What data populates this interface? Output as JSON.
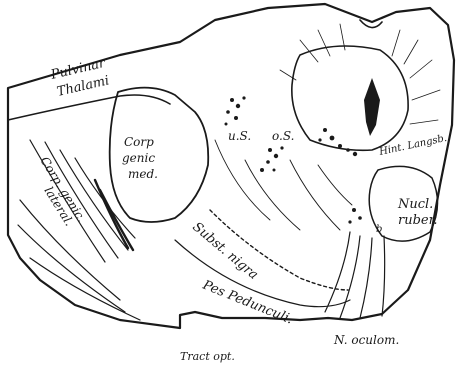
{
  "figure": {
    "labels": {
      "pulvinar_1": "Pulvinar",
      "pulvinar_2": "Thalami",
      "corp_genic_med_1": "Corp",
      "corp_genic_med_2": "genic",
      "corp_genic_med_3": "med.",
      "corp_genic_lateral_1": "Corp. genic.",
      "corp_genic_lateral_2": "lateral.",
      "us": "u.S.",
      "os": "o.S.",
      "hint_langsb": "Hint. Langsb.",
      "nucl_ruber_1": "Nucl.",
      "nucl_ruber_2": "ruber.",
      "subst_nigra": "Subst. nigra",
      "pes_pedunculi": "Pes Pedunculi.",
      "n_oculom": "N. oculom.",
      "tract_opt": "Tract opt.",
      "marker_b": "b"
    },
    "colors": {
      "ink": "#1a1a1a",
      "paper": "#ffffff"
    }
  }
}
